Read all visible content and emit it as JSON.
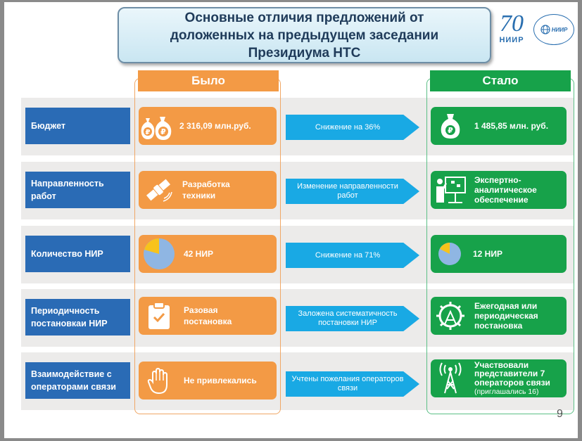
{
  "title": {
    "line1": "Основные отличия предложений от",
    "line2": "доложенных  на предыдущем заседании",
    "line3": "Президиума НТС"
  },
  "logos": {
    "anniversary_number": "70",
    "anniversary_label": "НИИР",
    "org_label": "НИИР"
  },
  "columns": {
    "was": "Было",
    "now": "Стало"
  },
  "rows": [
    {
      "category": "Бюджет",
      "was": "2 316,09 млн.руб.",
      "change": "Снижение на 36%",
      "now": "1 485,85 млн. руб."
    },
    {
      "category": "Направленность работ",
      "was": "Разработка техники",
      "change": "Изменение направленности работ",
      "now": "Экспертно-аналитическое обеспечение"
    },
    {
      "category": "Количество НИР",
      "was": "42 НИР",
      "change": "Снижение на 71%",
      "now": "12 НИР"
    },
    {
      "category": "Периодичность постановкаи НИР",
      "was": "Разовая постановка",
      "change": "Заложена систематичность постановки НИР",
      "now": "Ежегодная или периодическая постановка"
    },
    {
      "category": "Взаимодействие с операторами связи",
      "was": "Не привлекались",
      "change": "Учтены пожелания операторов связи",
      "now": "Участвовали представители 7 операторов связи",
      "now_note": "(приглашались 16)"
    }
  ],
  "page_number": "9",
  "icons": [
    "money-bags-icon",
    "money-bag-icon",
    "satellite-icon",
    "presenter-icon",
    "pie-chart-icon",
    "clipboard-check-icon",
    "monitoring-wheel-icon",
    "hand-stop-icon",
    "radio-tower-icon"
  ],
  "colors": {
    "was": "#f39a45",
    "now": "#17a24a",
    "category": "#2a6bb5",
    "arrow": "#19a9e4"
  }
}
